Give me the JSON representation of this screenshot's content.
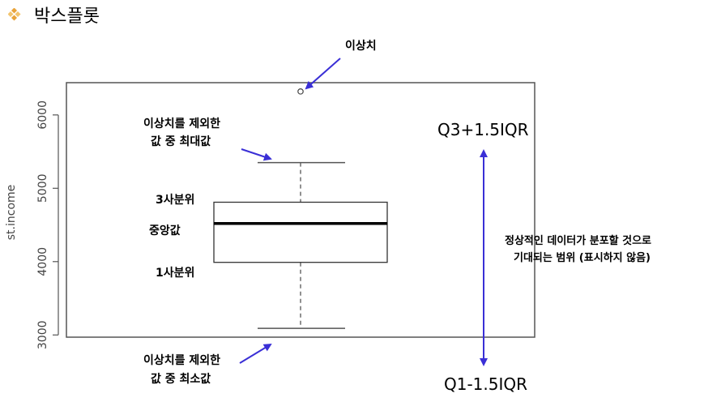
{
  "slide": {
    "title": "박스플롯",
    "bullet_icon": "diamond-bullet-icon",
    "bullet_color": "#e8a33a"
  },
  "chart_data": {
    "type": "boxplot",
    "ylabel": "st.income",
    "yticks": [
      3000,
      4000,
      5000,
      6000
    ],
    "ylim": [
      2970,
      6440
    ],
    "box": {
      "lower_whisker": 3090,
      "q1": 3990,
      "median": 4520,
      "q3": 4810,
      "upper_whisker": 5350,
      "outliers": [
        6320
      ]
    }
  },
  "annotations": {
    "outlier": "이상치",
    "max_excl_line1": "이상치를 제외한",
    "max_excl_line2": "값 중 최대값",
    "q3": "3사분위",
    "median": "중앙값",
    "q1": "1사분위",
    "min_excl_line1": "이상치를 제외한",
    "min_excl_line2": "값 중 최소값",
    "upper_fence": "Q3+1.5IQR",
    "lower_fence": "Q1-1.5IQR",
    "range_line1": "정상적인 데이터가 분포할 것으로",
    "range_line2": "기대되는 범위 (표시하지 않음)"
  },
  "colors": {
    "arrow": "#3a2fd6",
    "box_line": "#000000",
    "frame": "#555555",
    "whisker": "#555555"
  }
}
